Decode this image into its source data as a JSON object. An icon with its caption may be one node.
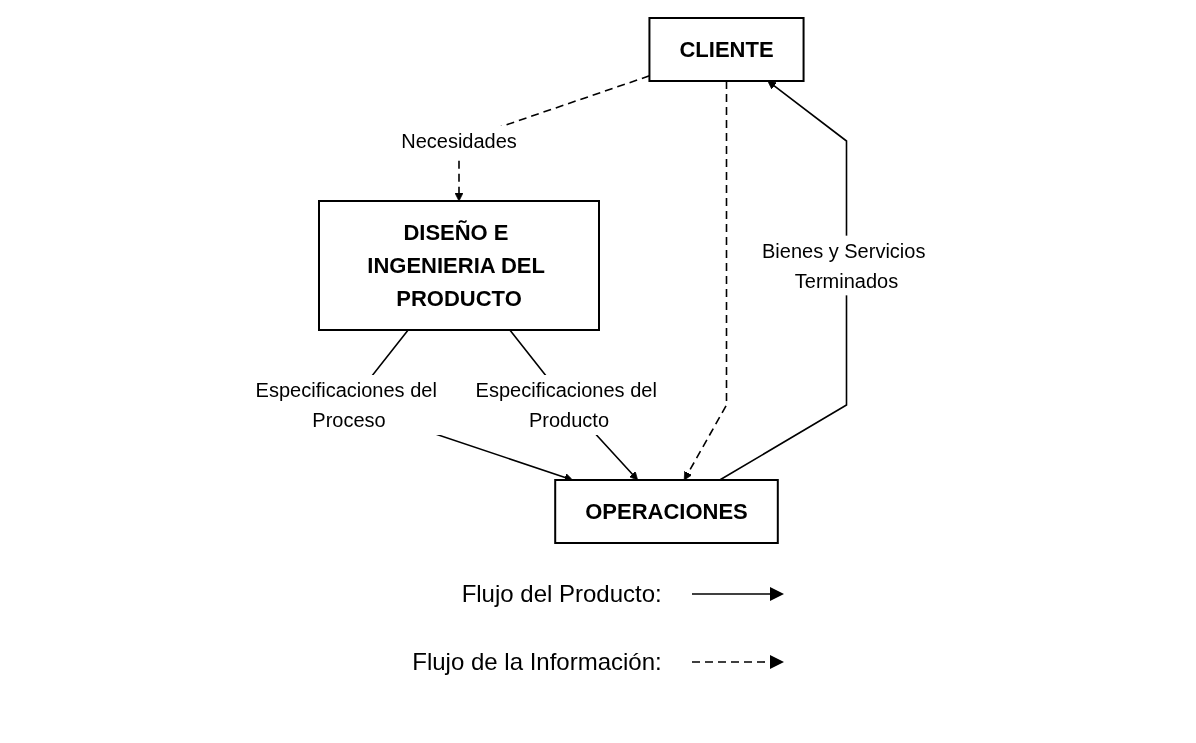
{
  "diagram": {
    "nodes": [
      {
        "text": [
          "CLIENTE"
        ]
      },
      {
        "text": [
          "DISEÑO E INGENIERIA DEL PRODUCTO"
        ]
      },
      {
        "text": [
          "OPERACIONES"
        ]
      }
    ],
    "edges": [
      {
        "from": 0,
        "to": 1,
        "arrow": "to",
        "label": "Necesidades",
        "style": "dashed"
      },
      {
        "from": 1,
        "to": 2,
        "arrow": "to",
        "label": "Especificaciones del Proceso"
      },
      {
        "from": 1,
        "to": 2,
        "arrow": "to",
        "label": "Especificaciones del Producto"
      },
      {
        "from": 2,
        "to": 0,
        "arrow": "to",
        "label": "Bienes y Servicios Terminados"
      },
      {
        "from": 0,
        "to": 2,
        "arrow": "to",
        "style": "dashed"
      }
    ],
    "legend": [
      {
        "text": "Flujo del Producto:"
      },
      {
        "text": "Flujo de la Información:"
      }
    ]
  }
}
